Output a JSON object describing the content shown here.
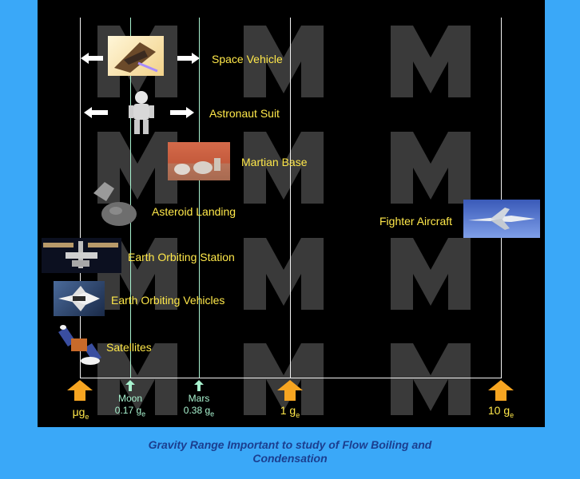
{
  "labels": {
    "space_vehicle": "Space Vehicle",
    "astronaut_suit": "Astronaut Suit",
    "martian_base": "Martian Base",
    "asteroid_landing": "Asteroid Landing",
    "fighter_aircraft": "Fighter Aircraft",
    "earth_orbiting_station": "Earth Orbiting Station",
    "earth_orbiting_vehicles": "Earth Orbiting Vehicles",
    "satellites": "Satellites"
  },
  "axis": {
    "micro_g": "μg",
    "moon_name": "Moon",
    "moon_value": "0.17 g",
    "mars_name": "Mars",
    "mars_value": "0.38 g",
    "one_g": "1 g",
    "ten_g": "10 g",
    "sub_e": "e"
  },
  "caption": {
    "line1": "Gravity Range Important to study of Flow Boiling and",
    "line2": "Condensation"
  },
  "colors": {
    "background": "#3aa8f8",
    "panel": "#000000",
    "label_text": "#ffe84a",
    "reference_line": "#a8f2cf",
    "arrow_orange": "#f7a521",
    "caption_text": "#1b3e8f"
  },
  "icons": [
    "double-arrow-icon",
    "up-arrow-icon",
    "watermark-logo"
  ]
}
